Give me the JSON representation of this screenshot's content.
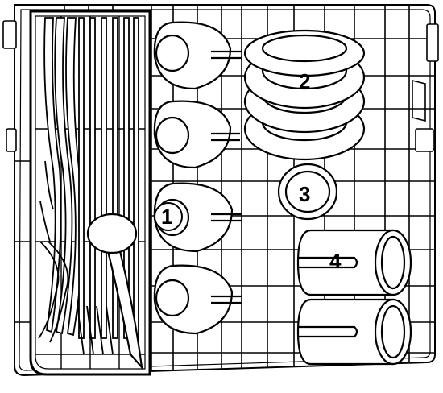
{
  "labels": {
    "bowls": "1",
    "plates": "2",
    "small_bowl": "3",
    "glasses": "4"
  }
}
